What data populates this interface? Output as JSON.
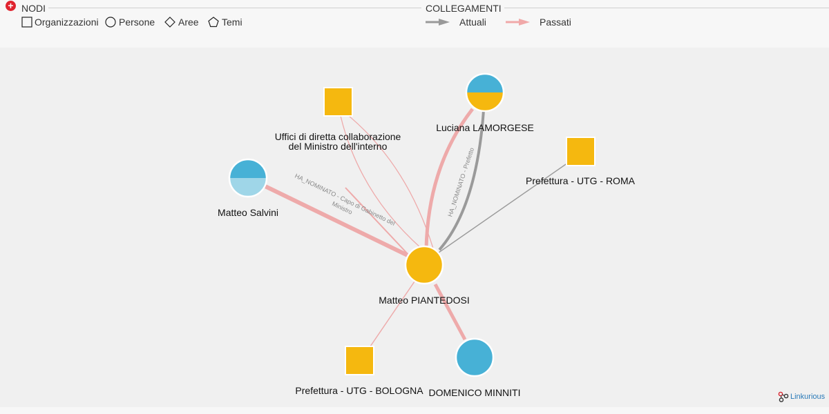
{
  "legend": {
    "nodes_title": "NODI",
    "links_title": "COLLEGAMENTI",
    "node_types": [
      {
        "label": "Organizzazioni",
        "shape": "square-icon"
      },
      {
        "label": "Persone",
        "shape": "circle-icon"
      },
      {
        "label": "Aree",
        "shape": "diamond-icon"
      },
      {
        "label": "Temi",
        "shape": "pentagon-icon"
      }
    ],
    "link_types": [
      {
        "label": "Attuali",
        "color": "#999999"
      },
      {
        "label": "Passati",
        "color": "#f0a8a8"
      }
    ]
  },
  "colors": {
    "organization": "#f5b80f",
    "person_blue": "#47b1d6",
    "person_light_blue": "#9fd6e8",
    "link_current": "#9a9a9a",
    "link_past": "#eeaaaa"
  },
  "nodes": [
    {
      "id": "piantedosi",
      "label": "Matteo PIANTEDOSI",
      "shape": "circle",
      "fill": "organization"
    },
    {
      "id": "lamorgese",
      "label": "Luciana LAMORGESE",
      "shape": "circle",
      "fill": "split-blue-yellow"
    },
    {
      "id": "salvini",
      "label": "Matteo Salvini",
      "shape": "circle",
      "fill": "split-blue-lightblue"
    },
    {
      "id": "minniti",
      "label": "DOMENICO MINNITI",
      "shape": "circle",
      "fill": "person_blue"
    },
    {
      "id": "uffici",
      "label_lines": [
        "Uffici di diretta collaborazione",
        "del Ministro dell'interno"
      ],
      "shape": "square",
      "fill": "organization"
    },
    {
      "id": "roma",
      "label": "Prefettura - UTG - ROMA",
      "shape": "square",
      "fill": "organization"
    },
    {
      "id": "bologna",
      "label": "Prefettura - UTG - BOLOGNA",
      "shape": "square",
      "fill": "organization"
    }
  ],
  "edges": [
    {
      "from": "salvini",
      "to": "piantedosi",
      "type": "past",
      "label_lines": [
        "HA_NOMINATO - Capo di Gabinetto del",
        "Ministro"
      ]
    },
    {
      "from": "lamorgese",
      "to": "piantedosi",
      "type": "current",
      "label_lines": [
        "HA_NOMINATO - Prefetto"
      ]
    },
    {
      "from": "lamorgese",
      "to": "piantedosi",
      "type": "past"
    },
    {
      "from": "uffici",
      "to": "piantedosi",
      "type": "past"
    },
    {
      "from": "roma",
      "to": "piantedosi",
      "type": "current"
    },
    {
      "from": "bologna",
      "to": "piantedosi",
      "type": "past"
    },
    {
      "from": "minniti",
      "to": "piantedosi",
      "type": "past"
    }
  ],
  "brand": "Linkurious"
}
